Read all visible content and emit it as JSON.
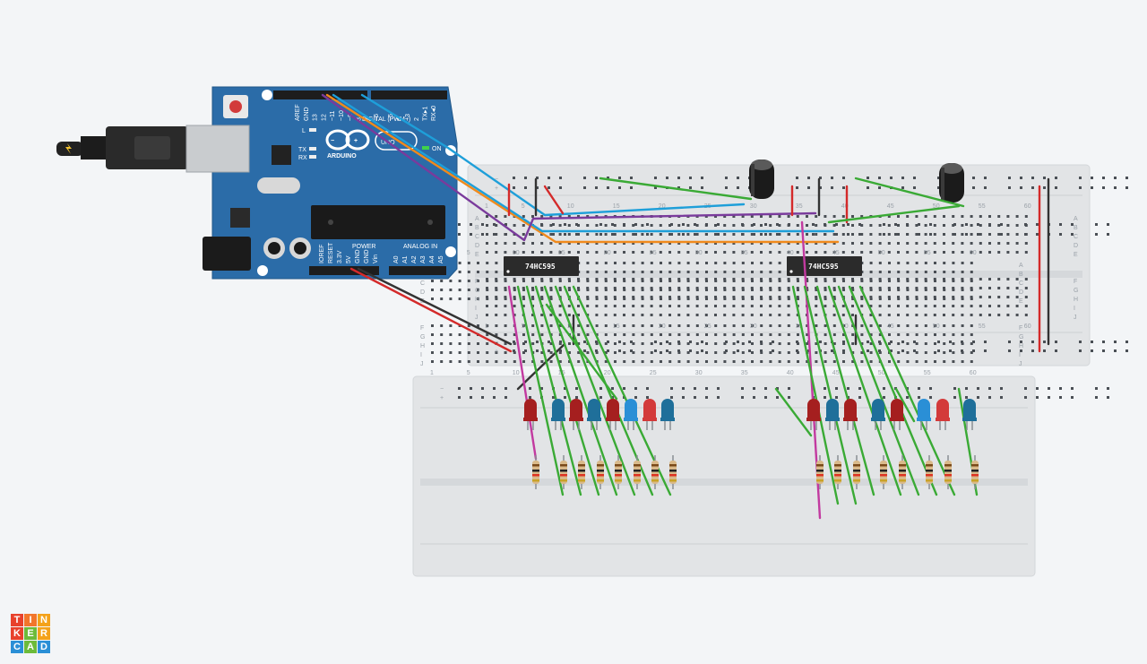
{
  "app": {
    "logo_letters": [
      "T",
      "I",
      "N",
      "K",
      "E",
      "R",
      "C",
      "A",
      "D"
    ],
    "logo_colors": [
      "#e8412c",
      "#f2762b",
      "#f4a21a",
      "#e8412c",
      "#6dbb3a",
      "#f4a21a",
      "#2a8fd6",
      "#6dbb3a",
      "#2a8fd6"
    ]
  },
  "arduino": {
    "brand": "ARDUINO",
    "model": "UNO",
    "digital_header": "DIGITAL (PWM~)",
    "power_header": "POWER",
    "analog_header": "ANALOG IN",
    "top_pins": [
      "AREF",
      "GND",
      "13",
      "12",
      "~11",
      "~10",
      "~9",
      "8",
      "7",
      "~6",
      "~5",
      "4",
      "~3",
      "2",
      "TX▸1",
      "RX◂0"
    ],
    "power_pins": [
      "IOREF",
      "RESET",
      "3.3V",
      "5V",
      "GND",
      "GND",
      "Vin"
    ],
    "analog_pins": [
      "A0",
      "A1",
      "A2",
      "A3",
      "A4",
      "A5"
    ],
    "leds": [
      "L",
      "TX",
      "RX"
    ],
    "on_label": "ON"
  },
  "chips": [
    {
      "label": "74HC595"
    },
    {
      "label": "74HC595"
    }
  ],
  "breadboard_top": {
    "col_numbers": [
      "1",
      "5",
      "10",
      "15",
      "20",
      "25",
      "30",
      "35",
      "40",
      "45",
      "50",
      "55",
      "60"
    ],
    "row_letters_top": [
      "A",
      "B",
      "C",
      "D",
      "E"
    ],
    "row_letters_bottom": [
      "F",
      "G",
      "H",
      "I",
      "J"
    ]
  },
  "breadboard_bottom": {
    "col_numbers": [
      "1",
      "5",
      "10",
      "15",
      "20",
      "25",
      "30",
      "35",
      "40",
      "45",
      "50",
      "55",
      "60"
    ],
    "row_letters_top": [
      "A",
      "B",
      "C",
      "D",
      "E"
    ],
    "row_letters_bottom": [
      "F",
      "G",
      "H",
      "I",
      "J"
    ]
  },
  "rail_signs": {
    "minus": "−",
    "plus": "+"
  },
  "led_colors": {
    "bank1": [
      "#a51f1f",
      "#1f6f9a",
      "#a51f1f",
      "#1f6f9a",
      "#a51f1f",
      "#2a8fd6",
      "#d33a3a",
      "#1f6f9a"
    ],
    "bank2": [
      "#a51f1f",
      "#1f6f9a",
      "#a51f1f",
      "#1f6f9a",
      "#a51f1f",
      "#2a8fd6",
      "#d33a3a",
      "#1f6f9a"
    ]
  },
  "colors": {
    "arduino_blue": "#2b6ca8",
    "wire_green": "#3aaa35",
    "wire_blue": "#1e9fd9",
    "wire_orange": "#f08a1c",
    "wire_purple": "#7a3b9c",
    "wire_red": "#d42a2a",
    "wire_black": "#333333",
    "wire_magenta": "#c23aa0"
  }
}
